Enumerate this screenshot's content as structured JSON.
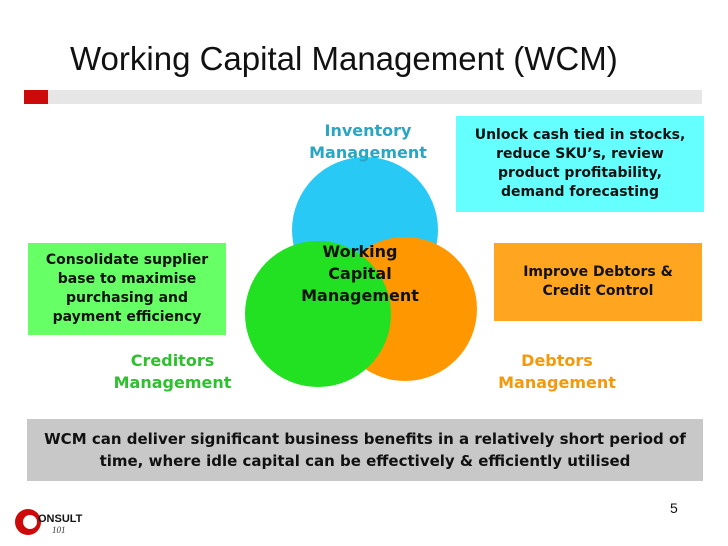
{
  "slide": {
    "title": "Working Capital Management (WCM)",
    "page_number": "5"
  },
  "diagram": {
    "center_label": "Working\nCapital\nManagement",
    "inventory_label": "Inventory\nManagement",
    "creditors_label": "Creditors\nManagement",
    "debtors_label": "Debtors\nManagement",
    "colors": {
      "inventory_circle": "#29c9f5",
      "creditors_circle": "#22e022",
      "debtors_circle": "#ff9800",
      "inventory_text": "#2aa6c3",
      "creditors_text": "#2fc02f",
      "debtors_text": "#f39a0c",
      "title_accent": "#cc0a0a"
    }
  },
  "callouts": {
    "inventory": "Unlock cash tied in stocks, reduce SKU’s, review product profitability, demand  forecasting",
    "creditors": "Consolidate supplier base to maximise purchasing and payment efficiency",
    "debtors": "Improve Debtors & Credit Control",
    "summary": "WCM can deliver significant business benefits in a relatively short period of time, where idle capital can be effectively & efficiently utilised"
  },
  "logo": {
    "text": "ONSULT",
    "subtext": "101",
    "icon": "consult-logo-icon"
  }
}
